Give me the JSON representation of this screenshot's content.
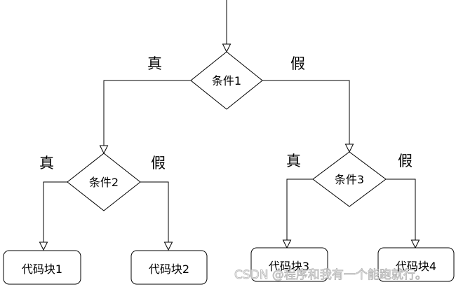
{
  "nodes": {
    "cond1": "条件1",
    "cond2": "条件2",
    "cond3": "条件3",
    "block1": "代码块1",
    "block2": "代码块2",
    "block3": "代码块3",
    "block4": "代码块4"
  },
  "labels": {
    "cond1_true": "真",
    "cond1_false": "假",
    "cond2_true": "真",
    "cond2_false": "假",
    "cond3_true": "真",
    "cond3_false": "假"
  },
  "watermark": "CSDN @程序和我有一个能跑就行。",
  "colors": {
    "stroke": "#000000",
    "background": "#ffffff",
    "watermark_outline": "#b5b5b5"
  }
}
